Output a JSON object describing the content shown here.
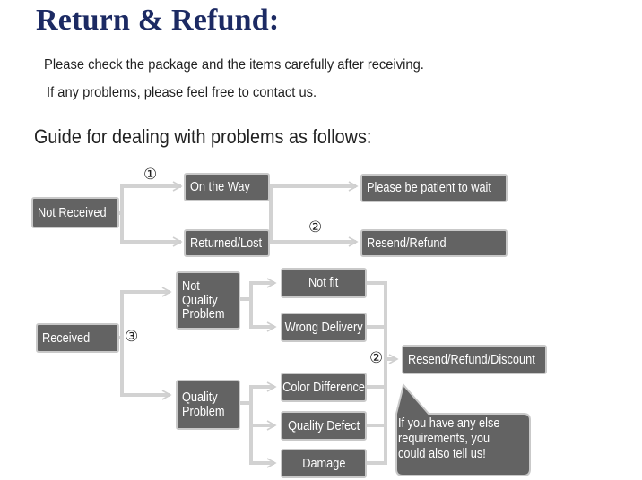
{
  "header": {
    "title": "Return & Refund:",
    "line1": "Please check the package and the items carefully after receiving.",
    "line2": "If any problems, please feel free to contact us.",
    "guide": "Guide for dealing with problems as follows:"
  },
  "nodes": {
    "not_received": "Not Received",
    "on_the_way": "On the Way",
    "returned_lost": "Returned/Lost",
    "please_wait": "Please be patient to wait",
    "resend_refund": "Resend/Refund",
    "received": "Received",
    "not_quality_problem": "Not Quality Problem",
    "quality_problem": "Quality Problem",
    "not_fit": "Not fit",
    "wrong_delivery": "Wrong Delivery",
    "color_difference": "Color Difference",
    "quality_defect": "Quality Defect",
    "damage": "Damage",
    "resend_refund_discount": "Resend/Refund/Discount"
  },
  "badges": {
    "one": "①",
    "two_top": "②",
    "three": "③",
    "two_bottom": "②"
  },
  "callout": "If you have any else requirements, you could also tell us!",
  "colors": {
    "title": "#1c2a63",
    "box": "#636363",
    "box_border": "#c9c9c9",
    "connector": "#d2d2d2"
  }
}
